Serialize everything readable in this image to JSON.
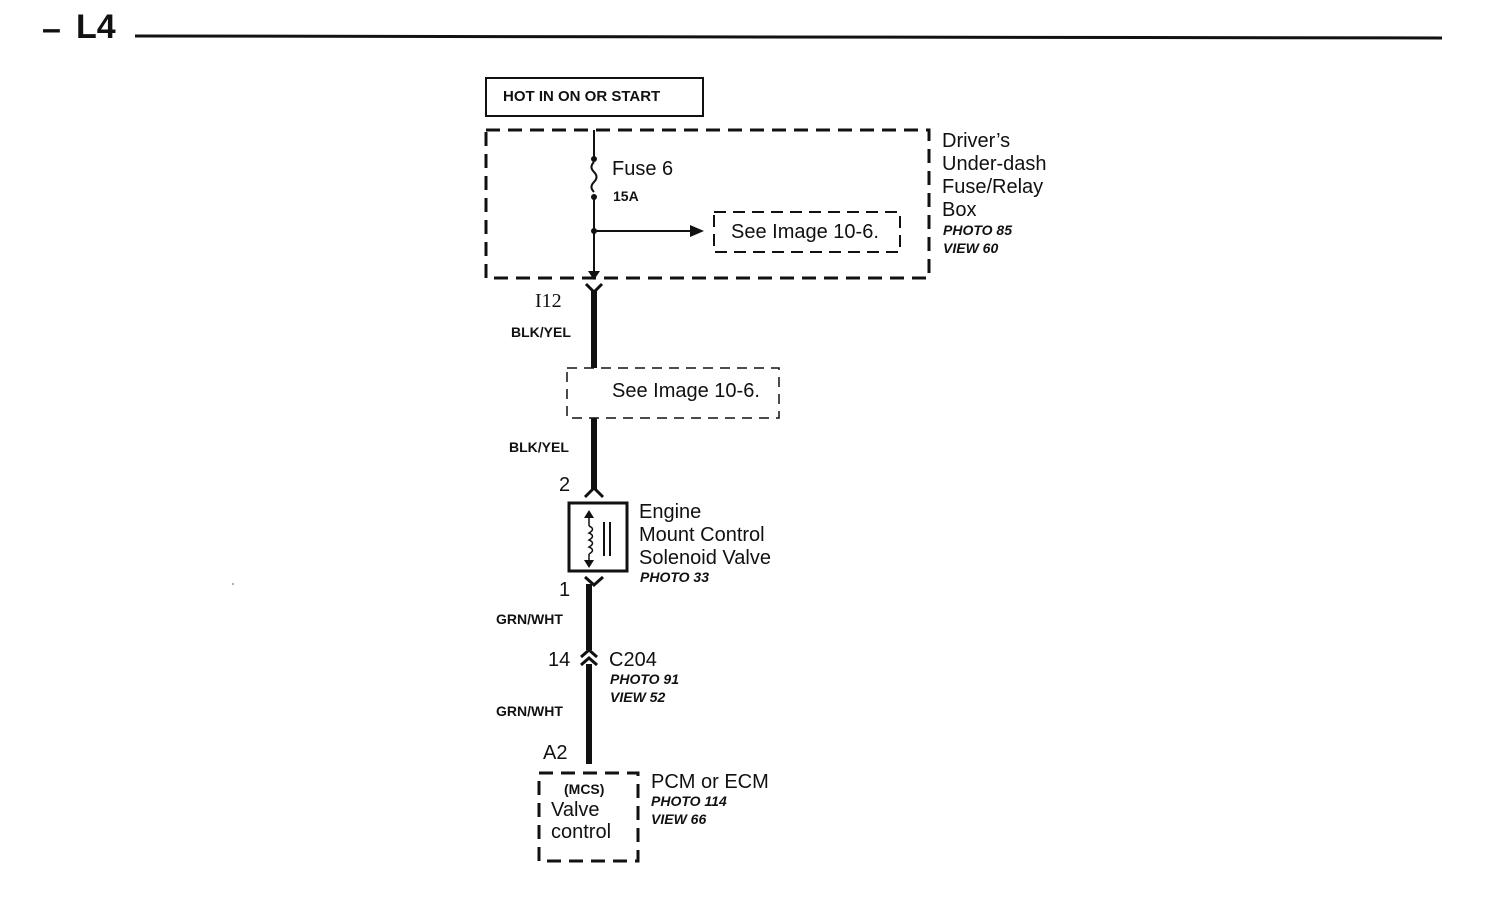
{
  "header": {
    "dash": "–",
    "page_id": "L4"
  },
  "power_label": "HOT IN ON OR START",
  "fuse_box": {
    "name_lines": [
      "Driver’s",
      "Under-dash",
      "Fuse/Relay",
      "Box"
    ],
    "photo": "PHOTO 85",
    "view": "VIEW 60",
    "fuse_name": "Fuse 6",
    "fuse_rating": "15A",
    "see_image": "See Image 10-6."
  },
  "connector_i12": "I12",
  "wire1": "BLK/YEL",
  "see_image_mid": "See Image 10-6.",
  "wire2": "BLK/YEL",
  "solenoid": {
    "pin_top": "2",
    "pin_bottom": "1",
    "name_lines": [
      "Engine",
      "Mount Control",
      "Solenoid Valve"
    ],
    "photo": "PHOTO 33"
  },
  "wire3": "GRN/WHT",
  "c204": {
    "pin": "14",
    "name": "C204",
    "photo": "PHOTO 91",
    "view": "VIEW 52"
  },
  "wire4": "GRN/WHT",
  "pcm": {
    "pin": "A2",
    "inner_lines": [
      "(MCS)",
      "Valve",
      "control"
    ],
    "name": "PCM or ECM",
    "photo": "PHOTO 114",
    "view": "VIEW 66"
  }
}
